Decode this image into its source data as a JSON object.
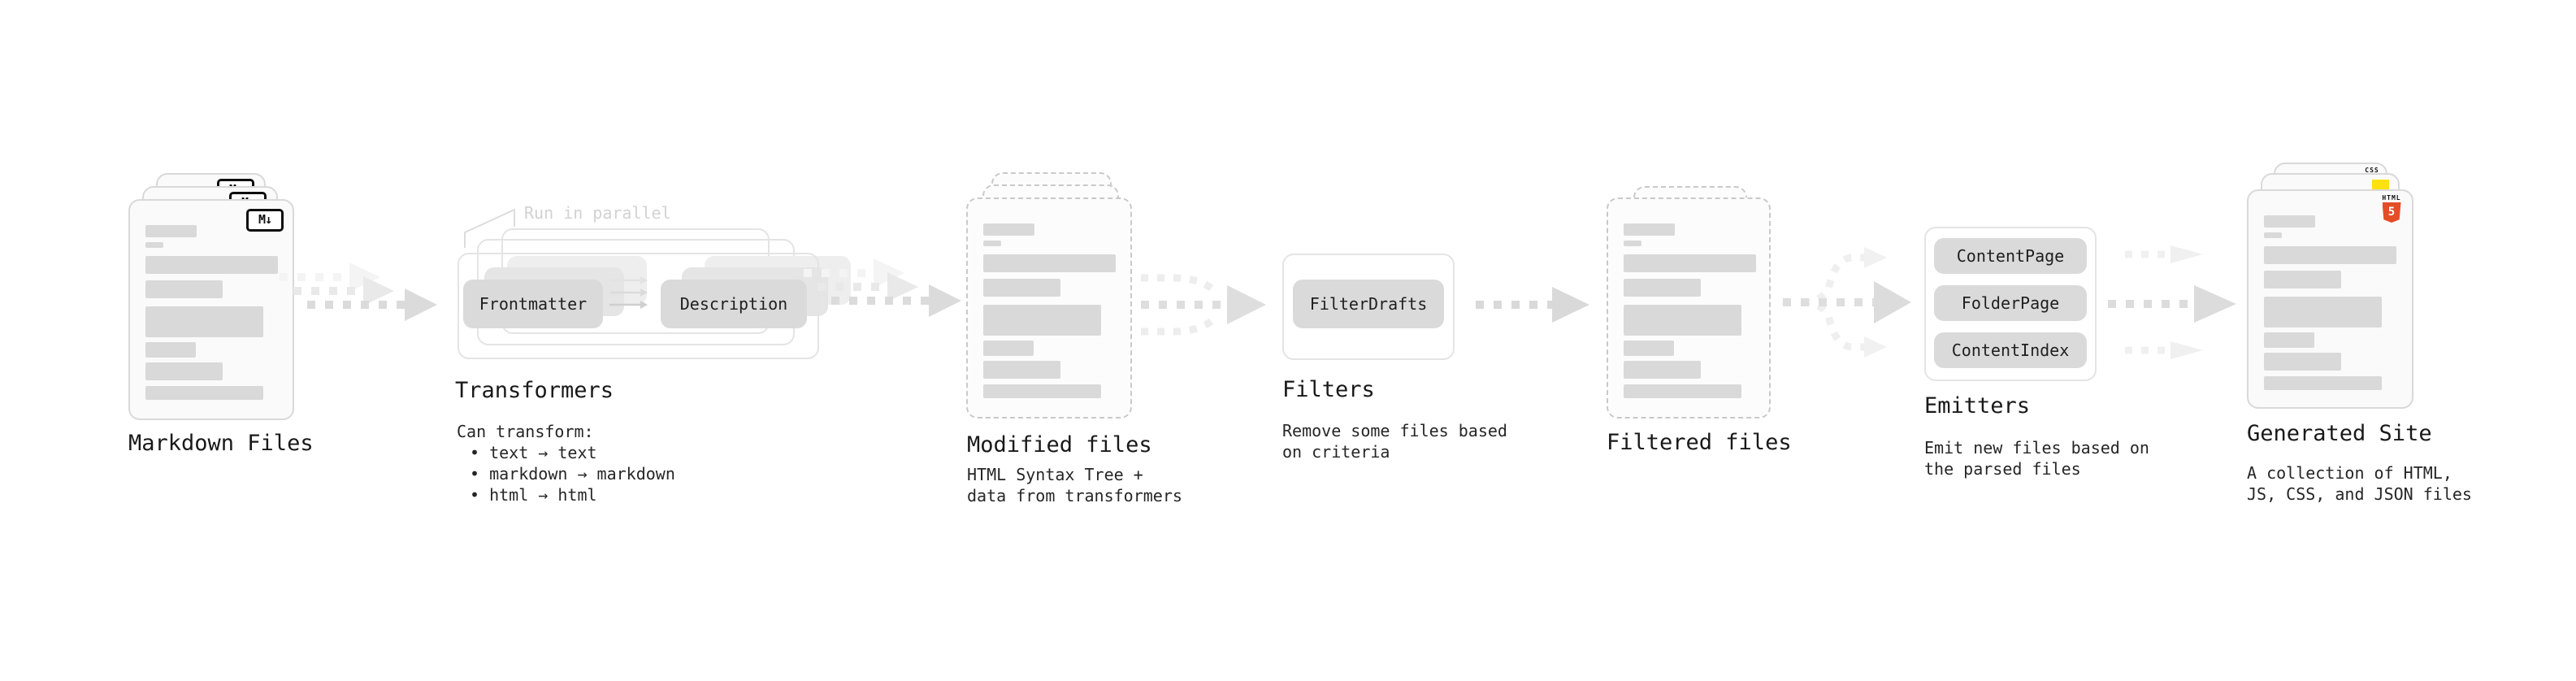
{
  "palette": {
    "background": "#ffffff",
    "card_bg": "#fafafa",
    "card_border": "#d9d9d9",
    "dashed_card_border": "#c9c9c9",
    "placeholder_bar": "#d9d9d9",
    "pill_bg": "#dadada",
    "frame_border": "#e4e4e4",
    "arrow_gray": "#dbdbdb",
    "arrow_light": "#eeeeee",
    "heading_text": "#191919",
    "muted_annotation": "#d2d2d2",
    "html5_orange": "#e44d26",
    "css_blue": "#2d6cf0",
    "js_yellow": "#ffe10e"
  },
  "stages": {
    "markdown": {
      "title": "Markdown Files",
      "badge": "M↓"
    },
    "transformers": {
      "title": "Transformers",
      "annotation": "Run in parallel",
      "pill_left": "Frontmatter",
      "pill_right": "Description",
      "note_lines": [
        "Can transform:",
        "• text → text",
        "• markdown → markdown",
        "• html → html"
      ]
    },
    "modified": {
      "title": "Modified files",
      "note_lines": [
        "HTML Syntax Tree +",
        "data from transformers"
      ]
    },
    "filters": {
      "title": "Filters",
      "pill": "FilterDrafts",
      "note_lines": [
        "Remove some files based",
        "on criteria"
      ]
    },
    "filtered": {
      "title": "Filtered files"
    },
    "emitters": {
      "title": "Emitters",
      "pills": [
        "ContentPage",
        "FolderPage",
        "ContentIndex"
      ],
      "note_lines": [
        "Emit new files based on",
        "the parsed files"
      ]
    },
    "generated": {
      "title": "Generated Site",
      "badge_html_word": "HTML",
      "badge_html_number": "5",
      "badge_css": "CSS",
      "note_lines": [
        "A collection of HTML,",
        "JS, CSS, and JSON files"
      ]
    }
  }
}
